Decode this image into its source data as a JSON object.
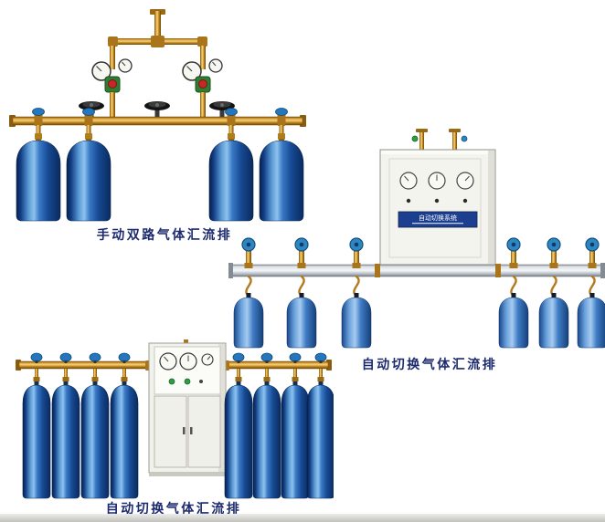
{
  "page": {
    "background_color": "#ffffff",
    "footer_strip_color": "#c2c2bb"
  },
  "colors": {
    "caption_navy": "#1c2a6e",
    "cylinder_blue": "#1a64b8",
    "brass_gold": "#c98f24",
    "cabinet_white": "#f4f4ee",
    "valve_blue": "#2e86c1",
    "regulator_green": "#2e7d32",
    "rail_silver": "#c3c8cd"
  },
  "products": [
    {
      "id": "manual-dual-manifold",
      "caption": "手动双路气体汇流排",
      "cylinder_count": 4
    },
    {
      "id": "auto-switch-manifold-wall-cabinet",
      "caption": "自动切换气体汇流排",
      "plate_label": "自动切换系统",
      "cylinder_count": 6
    },
    {
      "id": "auto-switch-manifold-floor-cabinet",
      "caption": "自动切换气体汇流排",
      "cylinder_count": 8
    }
  ]
}
